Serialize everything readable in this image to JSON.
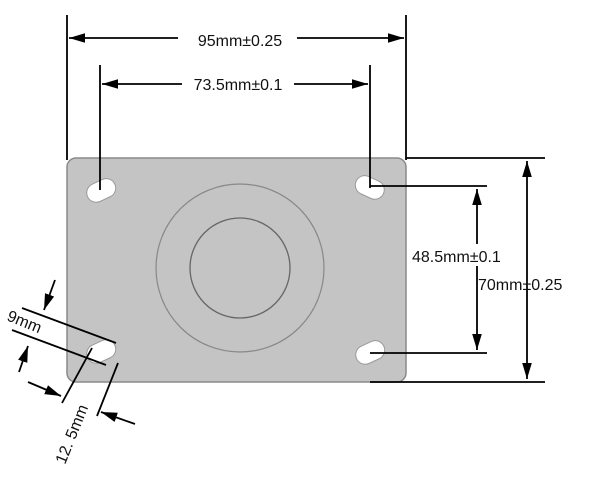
{
  "dimensions": {
    "overall_width": "95mm±0.25",
    "hole_spacing_width": "73.5mm±0.1",
    "hole_spacing_height": "48.5mm±0.1",
    "overall_height": "70mm±0.25",
    "slot_width": "9mm",
    "slot_length": "12. 5mm"
  },
  "colors": {
    "plate": "#c4c4c4",
    "plate_edge": "#8a8a8a",
    "line": "#000000"
  }
}
